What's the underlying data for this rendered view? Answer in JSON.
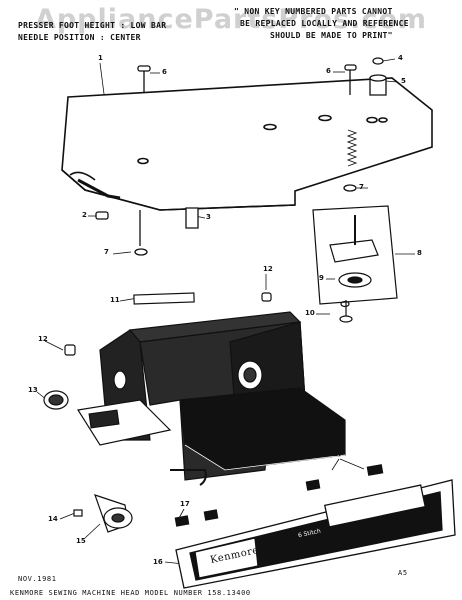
{
  "watermark": "AppliancePartsPros.com",
  "header": {
    "left_line1": "PRESSER FOOT HEIGHT : LOW BAR",
    "left_line2": "NEEDLE POSITION : CENTER",
    "right_line1": "\" NON KEY NUMBERED PARTS CANNOT",
    "right_line2": "BE REPLACED LOCALLY AND REFERENCE",
    "right_line3": "SHOULD BE MADE TO PRINT\""
  },
  "callouts": [
    "1",
    "2",
    "3",
    "4",
    "5",
    "6",
    "6",
    "7",
    "7",
    "8",
    "9",
    "10",
    "11",
    "12",
    "12",
    "13",
    "14",
    "15",
    "16",
    "17",
    "17"
  ],
  "badge_brand": "Kenmore",
  "badge_small": "6 Stitch",
  "footer": {
    "date": "NOV.1981",
    "page": "A5",
    "caption": "KENMORE SEWING MACHINE HEAD  MODEL NUMBER 158.13400"
  },
  "colors": {
    "ink": "#111111",
    "paper": "#ffffff",
    "watermark": "#969696"
  }
}
